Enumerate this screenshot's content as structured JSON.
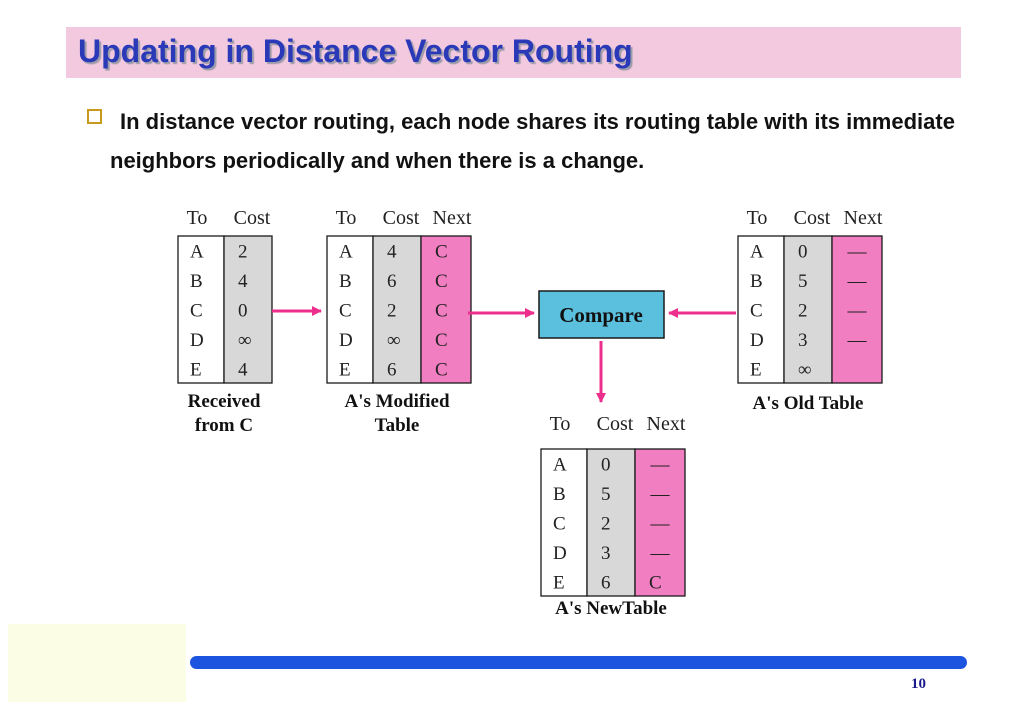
{
  "title": "Updating in Distance Vector Routing",
  "bullet": "In distance vector routing, each node shares its routing table with its immediate neighbors periodically and when there is a change.",
  "page_number": "10",
  "compare_label": "Compare",
  "colors": {
    "title_bg": "#f2c9df",
    "title_text": "#2a39b8",
    "next_column": "#f27ec2",
    "cost_column": "#d8d8d8",
    "compare_box": "#5bc0de",
    "arrow": "#ec2f8d",
    "footer_bar": "#1c54e0"
  },
  "tables": [
    {
      "id": "received",
      "headers": [
        "To",
        "Cost"
      ],
      "rows": [
        [
          "A",
          "2"
        ],
        [
          "B",
          "4"
        ],
        [
          "C",
          "0"
        ],
        [
          "D",
          "∞"
        ],
        [
          "E",
          "4"
        ]
      ],
      "caption_lines": [
        "Received",
        "from C"
      ]
    },
    {
      "id": "modified",
      "headers": [
        "To",
        "Cost",
        "Next"
      ],
      "rows": [
        [
          "A",
          "4",
          "C"
        ],
        [
          "B",
          "6",
          "C"
        ],
        [
          "C",
          "2",
          "C"
        ],
        [
          "D",
          "∞",
          "C"
        ],
        [
          "E",
          "6",
          "C"
        ]
      ],
      "caption_lines": [
        "A's Modified",
        "Table"
      ]
    },
    {
      "id": "old",
      "headers": [
        "To",
        "Cost",
        "Next"
      ],
      "rows": [
        [
          "A",
          "0",
          "—"
        ],
        [
          "B",
          "5",
          "—"
        ],
        [
          "C",
          "2",
          "—"
        ],
        [
          "D",
          "3",
          "—"
        ],
        [
          "E",
          "∞",
          ""
        ]
      ],
      "caption_lines": [
        "A's Old Table"
      ]
    },
    {
      "id": "new",
      "headers": [
        "To",
        "Cost",
        "Next"
      ],
      "rows": [
        [
          "A",
          "0",
          "—"
        ],
        [
          "B",
          "5",
          "—"
        ],
        [
          "C",
          "2",
          "—"
        ],
        [
          "D",
          "3",
          "—"
        ],
        [
          "E",
          "6",
          "C"
        ]
      ],
      "caption_lines": [
        "A's NewTable"
      ]
    }
  ]
}
